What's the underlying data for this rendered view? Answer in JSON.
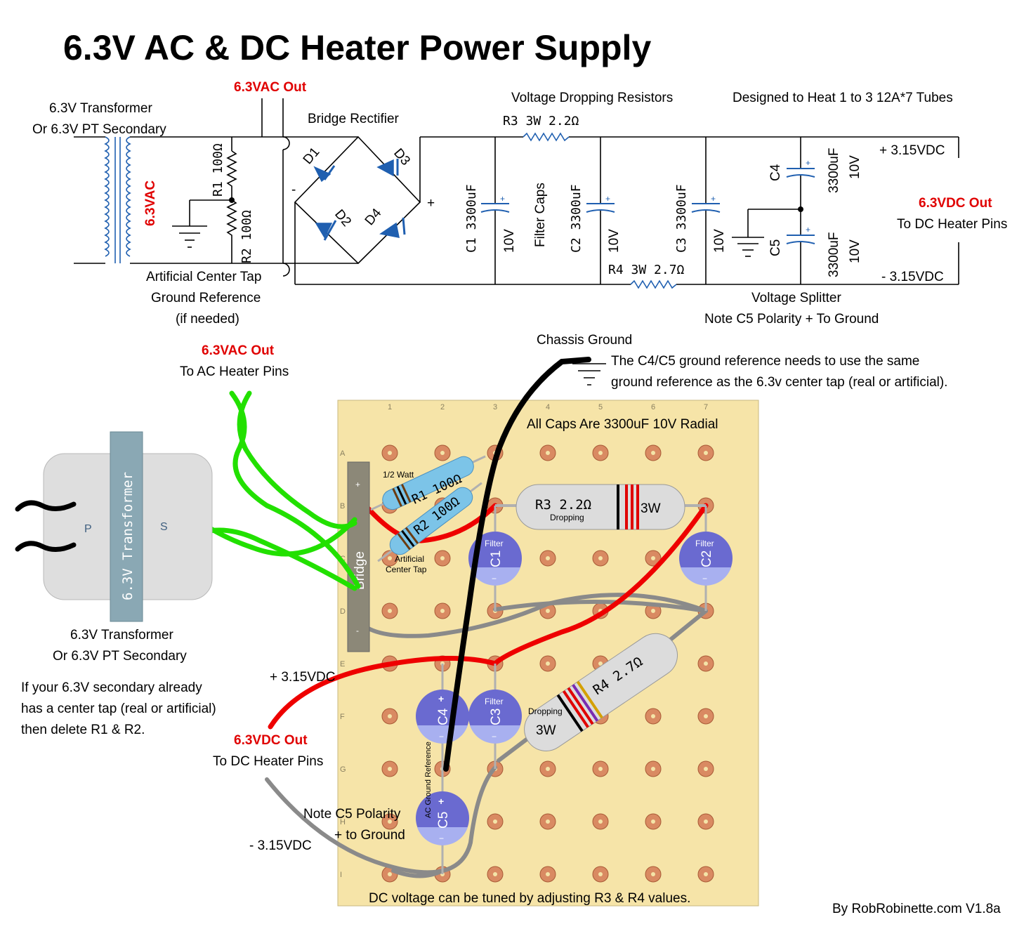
{
  "title": "6.3V AC & DC Heater Power Supply",
  "schematic": {
    "vac_out": "6.3VAC Out",
    "transformer_line1": "6.3V Transformer",
    "transformer_line2": "Or 6.3V PT Secondary",
    "vac_label": "6.3VAC",
    "r1_label": "R1  100Ω",
    "r2_label": "R2  100Ω",
    "bridge_label": "Bridge Rectifier",
    "d1": "D1",
    "d2": "D2",
    "d3": "D3",
    "d4": "D4",
    "minus": "-",
    "plus": "+",
    "act_line1": "Artificial Center Tap",
    "act_line2": "Ground Reference",
    "act_line3": "(if needed)",
    "vdr_label": "Voltage Dropping Resistors",
    "r3_label": "R3  3W  2.2Ω",
    "r4_label": "R4  3W  2.7Ω",
    "c1_label": "C1  3300uF",
    "c1_v": "10V",
    "filter_caps": "Filter Caps",
    "c2_label": "C2  3300uF",
    "c2_v": "10V",
    "c3_label": "C3  3300uF",
    "c3_v": "10V",
    "designed": "Designed to Heat 1 to 3 12A*7 Tubes",
    "c4_label": "C4",
    "c4_cap": "3300uF",
    "c4_v": "10V",
    "c5_label": "C5",
    "c5_cap": "3300uF",
    "c5_v": "10V",
    "pos_dc": "+ 3.15VDC",
    "neg_dc": "- 3.15VDC",
    "vdc_out": "6.3VDC Out",
    "vdc_pins": "To DC Heater Pins",
    "splitter_line1": "Voltage Splitter",
    "splitter_line2": "Note C5 Polarity + To Ground"
  },
  "layout": {
    "vac_out": "6.3VAC Out",
    "vac_pins": "To AC Heater Pins",
    "chassis_ground": "Chassis Ground",
    "ground_note_line1": "The C4/C5 ground reference needs to use the same",
    "ground_note_line2": "ground reference as the 6.3v center tap (real or artificial).",
    "all_caps": "All Caps Are 3300uF 10V Radial",
    "transformer_body": "6.3V Transformer",
    "p": "P",
    "s": "S",
    "xfmr_line1": "6.3V Transformer",
    "xfmr_line2": "Or 6.3V PT Secondary",
    "ct_note_line1": "If your 6.3V secondary already",
    "ct_note_line2": "has a center tap (real or artificial)",
    "ct_note_line3": "then delete R1 & R2.",
    "pos_dc": "+ 3.15VDC",
    "vdc_out": "6.3VDC Out",
    "vdc_pins": "To DC Heater Pins",
    "c5_note_line1": "Note C5 Polarity",
    "c5_note_line2": "+ to Ground",
    "neg_dc": "- 3.15VDC",
    "tune_note": "DC voltage can be tuned by adjusting R3 & R4 values.",
    "half_watt": "1/2 Watt",
    "r1": "R1  100Ω",
    "r2": "R2  100Ω",
    "act_line1": "Artificial",
    "act_line2": "Center Tap",
    "bridge": "Bridge",
    "bridge_plus": "+",
    "bridge_minus": "-",
    "r3": "R3  2.2Ω",
    "r3_sub": "Dropping",
    "r3_w": "3W",
    "r4": "R4  2.7Ω",
    "r4_sub": "Dropping",
    "r4_w": "3W",
    "filter": "Filter",
    "c1": "C1",
    "c2": "C2",
    "c3": "C3",
    "c4": "C4",
    "c5": "C5",
    "cap_plus": "+",
    "cap_minus": "−",
    "ac_ground_ref": "AC Ground Reference",
    "cols": [
      "1",
      "2",
      "3",
      "4",
      "5",
      "6",
      "7"
    ],
    "rows": [
      "A",
      "B",
      "C",
      "D",
      "E",
      "F",
      "G",
      "H",
      "I"
    ]
  },
  "credit": "By RobRobinette.com  V1.8a",
  "colors": {
    "accent_red": "#e00000",
    "coil_blue": "#1f5fb0",
    "board": "#f6e4a8",
    "pad": "#d98a62",
    "wire_green": "#22e000",
    "wire_red": "#ee0000",
    "wire_gray": "#8a8a8a",
    "cap_blue": "#6a6ad0"
  }
}
